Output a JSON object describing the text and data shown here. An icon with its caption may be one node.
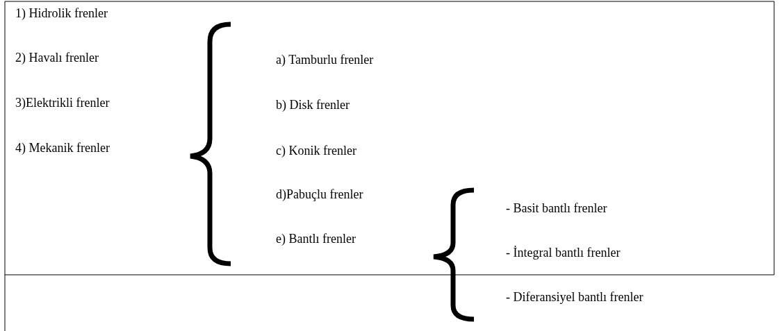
{
  "diagram": {
    "labels": [
      "1) Hidrolik frenler",
      "2) Havalı frenler",
      "a) Tamburlu frenler",
      "3)Elektrikli frenler",
      "b) Disk frenler",
      "4) Mekanik frenler",
      "c) Konik frenler",
      "d)Pabuçlu frenler",
      "- Basit bantlı frenler",
      "e) Bantlı frenler",
      "- İntegral bantlı frenler",
      "- Diferansiyel bantlı frenler"
    ]
  }
}
